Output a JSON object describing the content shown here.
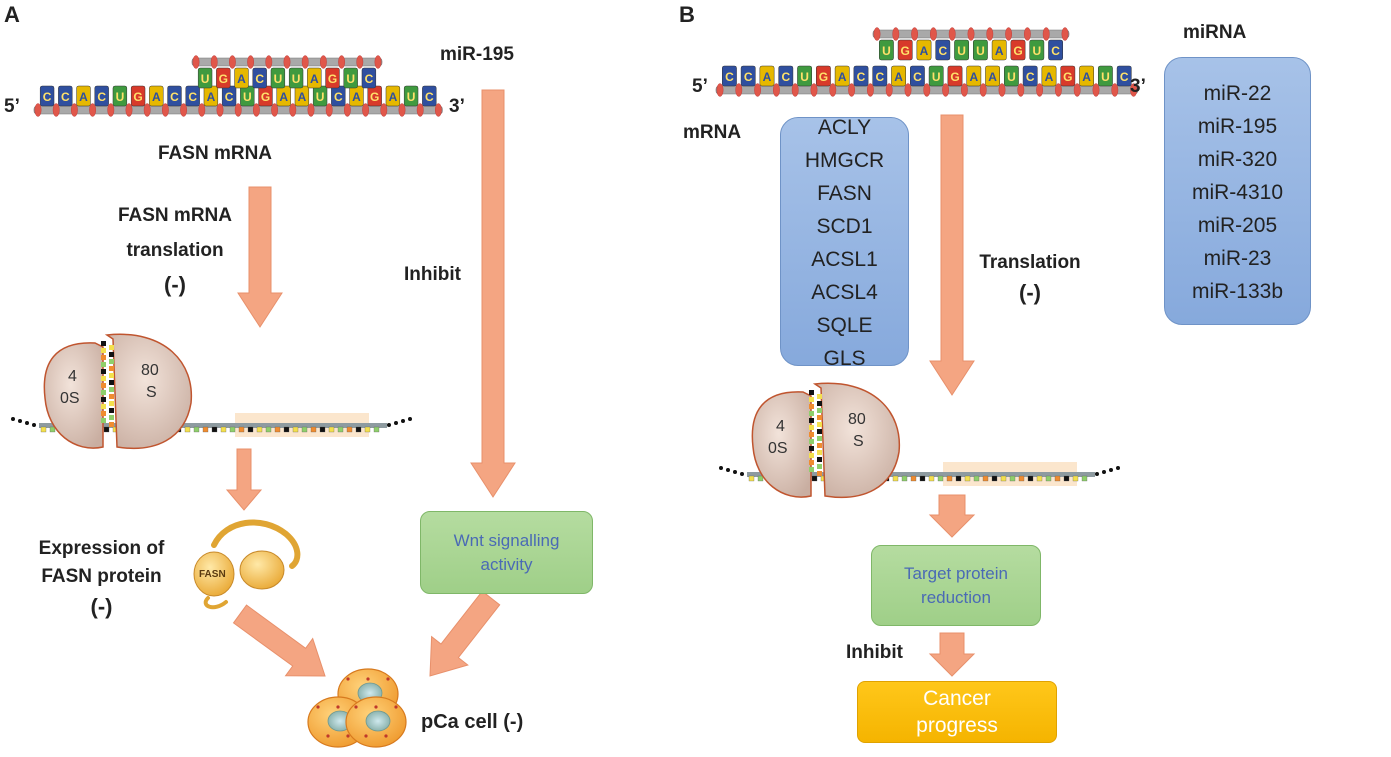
{
  "panel_a": {
    "letter": "A",
    "strand_5prime": "5’",
    "strand_3prime": "3’",
    "mirna_label": "miR-195",
    "mrna_label": "FASN mRNA",
    "translation_label_line1": "FASN mRNA",
    "translation_label_line2": "translation",
    "translation_label_sign": "(-)",
    "inhibit_label": "Inhibit",
    "ribosome_small": [
      "4",
      "0S"
    ],
    "ribosome_large": [
      "80",
      "S"
    ],
    "expression_line1": "Expression of",
    "expression_line2": "FASN protein",
    "expression_sign": "(-)",
    "protein_tag": "FASN",
    "wnt_box_line1": "Wnt signalling",
    "wnt_box_line2": "activity",
    "cell_label": "pCa cell (-)",
    "mirna_seq": [
      "U",
      "G",
      "A",
      "C",
      "U",
      "U",
      "A",
      "G",
      "U",
      "C"
    ],
    "mrna_seq": [
      "C",
      "C",
      "A",
      "C",
      "U",
      "G",
      "A",
      "C",
      "C",
      "A",
      "C",
      "U",
      "G",
      "A",
      "A",
      "U",
      "C",
      "A",
      "G",
      "A",
      "U",
      "C"
    ]
  },
  "panel_b": {
    "letter": "B",
    "strand_5prime": "5’",
    "strand_3prime": "3’",
    "mirna_header": "miRNA",
    "mrna_header": "mRNA",
    "mrna_list": [
      "ACLY",
      "HMGCR",
      "FASN",
      "SCD1",
      "ACSL1",
      "ACSL4",
      "SQLE",
      "GLS"
    ],
    "mirna_list": [
      "miR-22",
      "miR-195",
      "miR-320",
      "miR-4310",
      "miR-205",
      "miR-23",
      "miR-133b"
    ],
    "translation_label": "Translation",
    "translation_sign": "(-)",
    "ribosome_small": [
      "4",
      "0S"
    ],
    "ribosome_large": [
      "80",
      "S"
    ],
    "target_box_line1": "Target protein",
    "target_box_line2": "reduction",
    "inhibit_label": "Inhibit",
    "cancer_box_line1": "Cancer",
    "cancer_box_line2": "progress",
    "mirna_seq": [
      "U",
      "G",
      "A",
      "C",
      "U",
      "U",
      "A",
      "G",
      "U",
      "C"
    ],
    "mrna_seq": [
      "C",
      "C",
      "A",
      "C",
      "U",
      "G",
      "A",
      "C",
      "C",
      "A",
      "C",
      "U",
      "G",
      "A",
      "A",
      "U",
      "C",
      "A",
      "G",
      "A",
      "U",
      "C"
    ]
  },
  "colors": {
    "arrow": "#f4a582",
    "base_blue": "#2f4f9f",
    "base_yellow": "#e6b800",
    "base_red": "#d83a2a",
    "base_green": "#3f9a3f",
    "bead": "#e0574a",
    "backbone": "#a9a9a9"
  }
}
